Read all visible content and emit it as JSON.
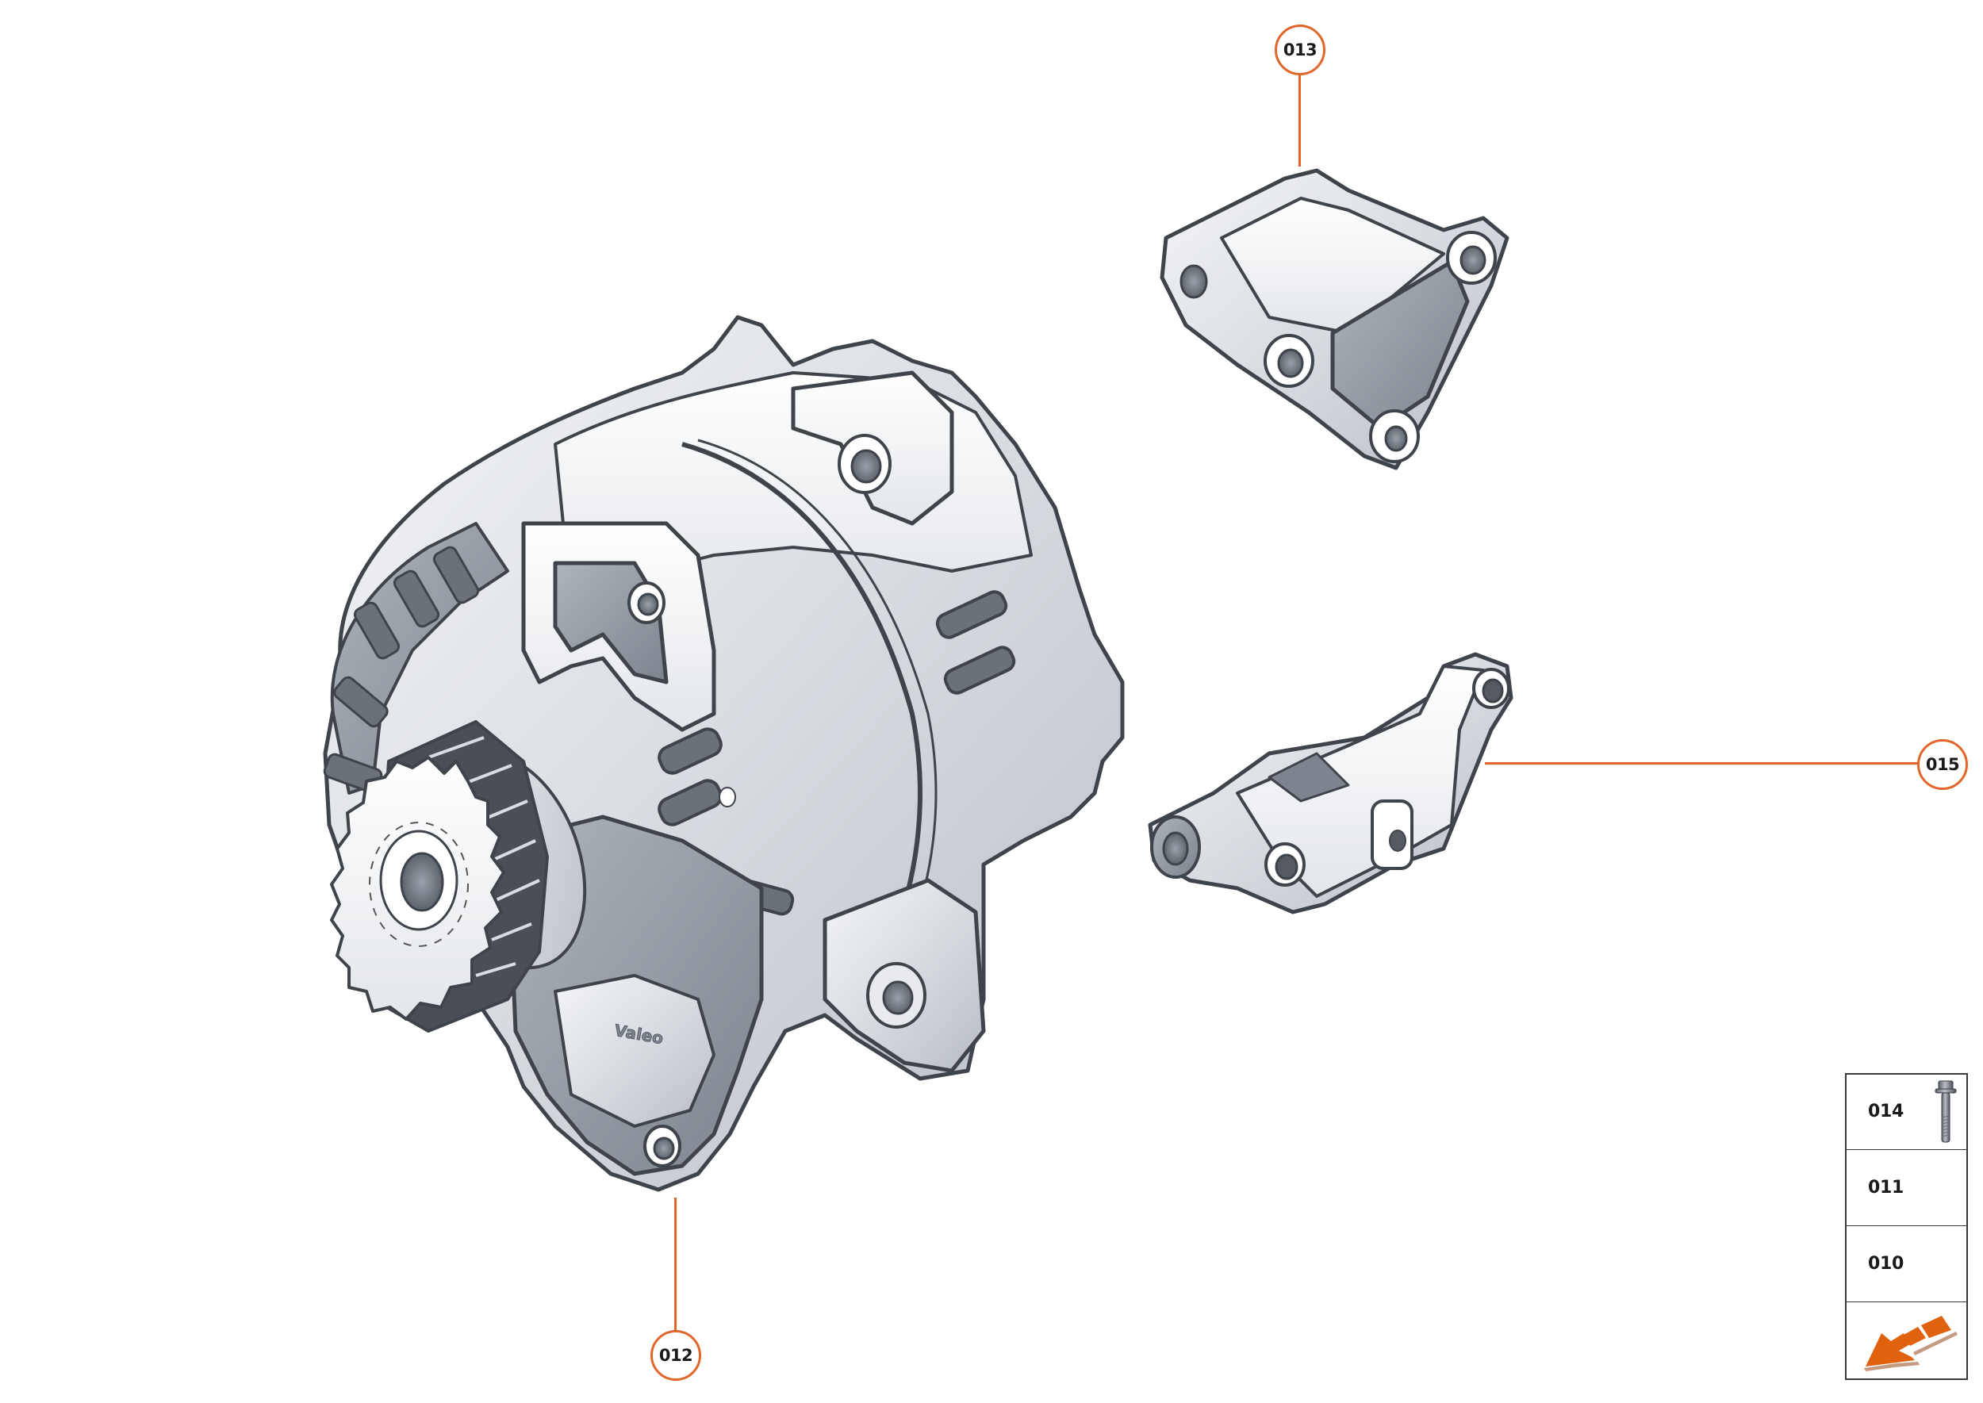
{
  "diagram": {
    "type": "exploded-parts-view",
    "subject": "alternator-with-mounting-brackets",
    "accent_color": "#E0662A",
    "nav_arrow_color": "#E0620F",
    "nav_arrow_shadow_color": "#C49A80",
    "engraving_text": "Valeo"
  },
  "callouts": [
    {
      "id": "013",
      "label": "013",
      "part": "upper-mounting-bracket"
    },
    {
      "id": "015",
      "label": "015",
      "part": "lower-mounting-bracket"
    },
    {
      "id": "012",
      "label": "012",
      "part": "alternator"
    }
  ],
  "parts_list": {
    "rows": [
      {
        "label": "014",
        "icon": "bolt-icon"
      },
      {
        "label": "011",
        "icon": null
      },
      {
        "label": "010",
        "icon": null
      },
      {
        "label": "",
        "icon": "navigate-arrow-icon"
      }
    ]
  }
}
